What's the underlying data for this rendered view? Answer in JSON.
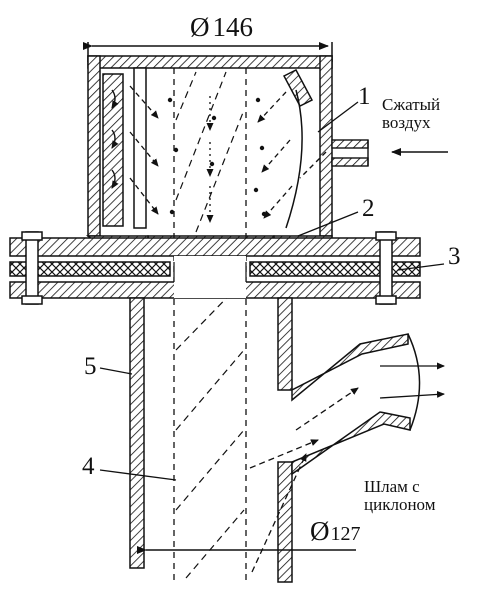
{
  "dimensions": {
    "top_diameter": "146",
    "bottom_diameter": "127",
    "diameter_symbol": "Ø"
  },
  "callouts": {
    "c1": "1",
    "c2": "2",
    "c3": "3",
    "c4": "4",
    "c5": "5"
  },
  "labels": {
    "inlet_line1": "Сжатый",
    "inlet_line2": "воздух",
    "outlet_line1": "Шлам с",
    "outlet_line2": "циклоном"
  }
}
